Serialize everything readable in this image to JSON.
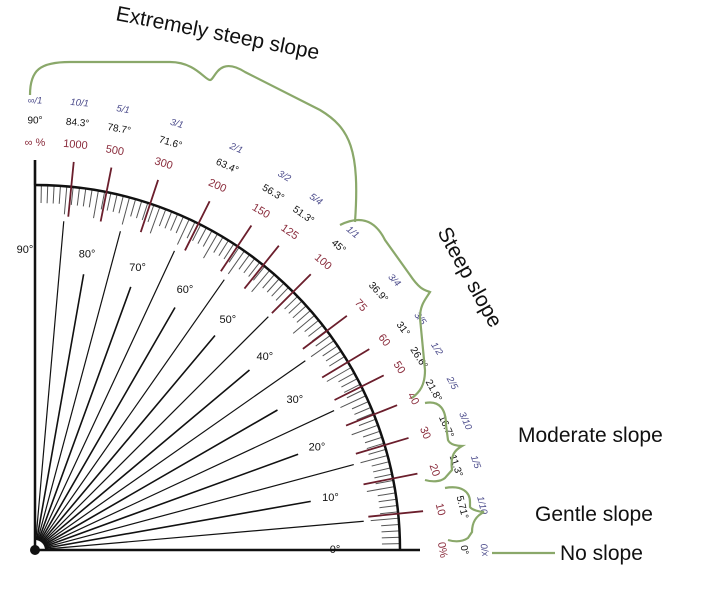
{
  "title": "Slope classification protractor",
  "categories": {
    "extremely_steep": "Extremely steep slope",
    "steep": "Steep slope",
    "moderate": "Moderate slope",
    "gentle": "Gentle slope",
    "none": "No slope"
  },
  "scale_marks": [
    {
      "ratio": "∞/1",
      "deg": "90°",
      "angle": 90,
      "pct": "∞ %"
    },
    {
      "ratio": "10/1",
      "deg": "84.3°",
      "angle": 84.3,
      "pct": "1000"
    },
    {
      "ratio": "5/1",
      "deg": "78.7°",
      "angle": 78.7,
      "pct": "500"
    },
    {
      "ratio": "3/1",
      "deg": "71.6°",
      "angle": 71.6,
      "pct": "300"
    },
    {
      "ratio": "2/1",
      "deg": "63.4°",
      "angle": 63.4,
      "pct": "200"
    },
    {
      "ratio": "3/2",
      "deg": "56.3°",
      "angle": 56.3,
      "pct": "150"
    },
    {
      "ratio": "5/4",
      "deg": "51.3°",
      "angle": 51.3,
      "pct": "125"
    },
    {
      "ratio": "1/1",
      "deg": "45°",
      "angle": 45,
      "pct": "100"
    },
    {
      "ratio": "3/4",
      "deg": "36.9°",
      "angle": 36.9,
      "pct": "75"
    },
    {
      "ratio": "3/5",
      "deg": "31°",
      "angle": 31,
      "pct": "60"
    },
    {
      "ratio": "1/2",
      "deg": "26.6°",
      "angle": 26.6,
      "pct": "50"
    },
    {
      "ratio": "2/5",
      "deg": "21.8°",
      "angle": 21.8,
      "pct": "40"
    },
    {
      "ratio": "3/10",
      "deg": "16.7°",
      "angle": 16.7,
      "pct": "30"
    },
    {
      "ratio": "1/5",
      "deg": "11.3°",
      "angle": 11.3,
      "pct": "20"
    },
    {
      "ratio": "1/10",
      "deg": "5.71°",
      "angle": 5.71,
      "pct": "10"
    },
    {
      "ratio": "0/x",
      "deg": "0°",
      "angle": 0,
      "pct": "0%"
    }
  ],
  "inner_degree_labels": [
    "0°",
    "10°",
    "20°",
    "30°",
    "40°",
    "50°",
    "60°",
    "70°",
    "80°",
    "90°"
  ]
}
